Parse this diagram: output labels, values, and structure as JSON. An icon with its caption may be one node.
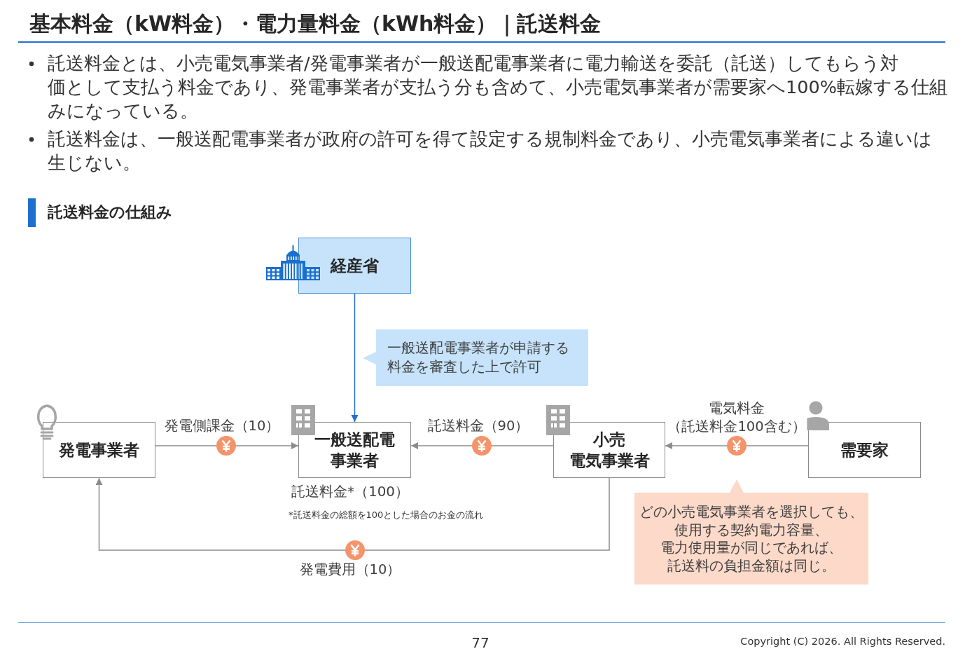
{
  "diagram": {
    "title": "基本料金（kW料金）・電力量料金（kWh料金）｜託送料金",
    "nodes": [
      {
        "text": [
          "経産省"
        ]
      },
      {
        "text": [
          "発電事業者"
        ]
      },
      {
        "text": [
          "一般送配電事業者"
        ],
        "beside": [
          "託送料金*（100）"
        ]
      },
      {
        "text": [
          "小売電気事業者"
        ]
      },
      {
        "text": [
          "需要家"
        ]
      },
      {
        "text": [
          "一般送配電事業者が申請する料金を審査した上で許可"
        ]
      },
      {
        "text": [
          "どの小売電気事業者を選択しても、使用する契約電力容量、電力使用量が同じであれば、託送料の負担金額は同じ。"
        ]
      }
    ],
    "edges": [
      {
        "from": 0,
        "to": 2,
        "arrow": "to",
        "color": "#1f6fd0"
      },
      {
        "from": 1,
        "to": 2,
        "arrow": "to",
        "label": "発電側課金（10）"
      },
      {
        "from": 3,
        "to": 2,
        "arrow": "to",
        "label": "託送料金（90）"
      },
      {
        "from": 4,
        "to": 3,
        "arrow": "to",
        "label": "電気料金（託送料金100含む）"
      },
      {
        "from": 3,
        "to": 1,
        "arrow": "to",
        "label": "発電費用（10）"
      }
    ],
    "labels": [
      "託送料金とは、小売電気事業者/発電事業者が一般送配電事業者に電力輸送を委託（託送）してもらう対価として支払う料金であり、発電事業者が支払う分も含めて、小売電気事業者が需要家へ100%転嫁する仕組みになっている。",
      "託送料金は、一般送配電事業者が政府の許可を得て設定する規制料金であり、小売電気事業者による違いは生じない。",
      "託送料金の仕組み",
      "*託送料金の総額を100とした場合のお金の流れ",
      "77",
      "Copyright (C) 2026. All Rights Reserved."
    ]
  }
}
